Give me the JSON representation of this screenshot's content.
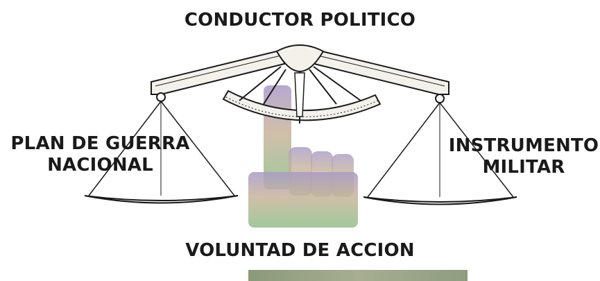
{
  "diagram": {
    "title": "CONDUCTOR POLITICO",
    "left_pan_label_line1": "PLAN DE GUERRA",
    "left_pan_label_line2": "NACIONAL",
    "right_pan_label_line1": "INSTRUMENTO",
    "right_pan_label_line2": "MILITAR",
    "base_label": "VOLUNTAD DE ACCION"
  },
  "colors": {
    "ink": "#1a1a1a",
    "beam_fill": "#f3f1ea",
    "hand_top": "#a89ac8",
    "hand_mid": "#c8b39a",
    "hand_bottom": "#8fc08a",
    "base_bar": "#9aa886"
  }
}
